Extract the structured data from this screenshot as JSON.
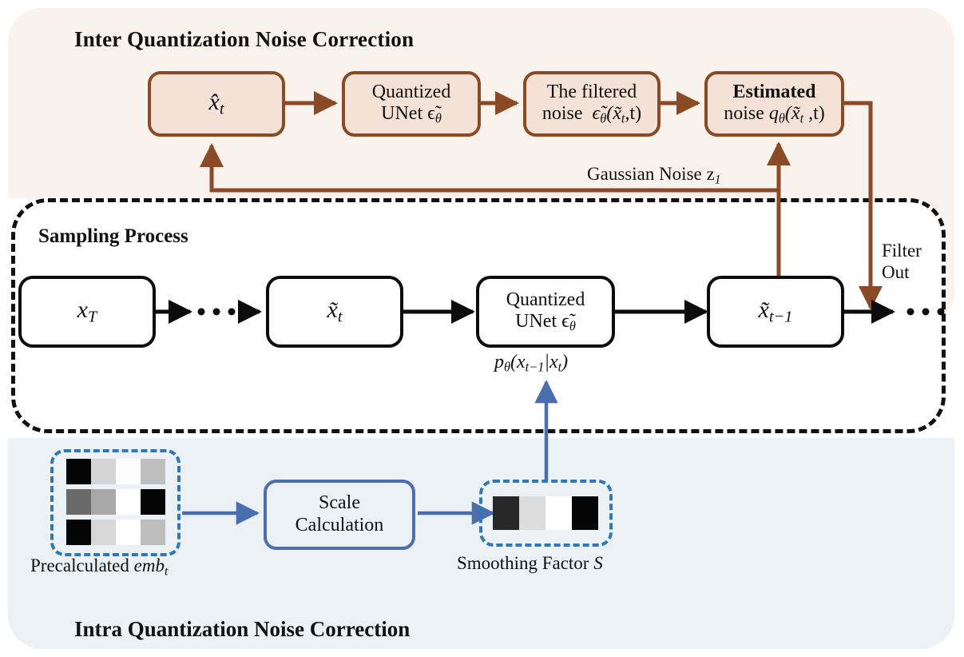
{
  "figure": {
    "sections": {
      "inter": {
        "title": "Inter Quantization Noise Correction",
        "accent": "#8a4a26",
        "panel_bg": "#faf2ed"
      },
      "sampling": {
        "title": "Sampling Process",
        "accent": "#0c0c0c",
        "panel_bg": "#ffffff"
      },
      "intra": {
        "title": "Intra Quantization Noise Correction",
        "accent": "#4b6fae",
        "panel_bg": "#ebf1f5"
      }
    },
    "inter_nodes": [
      {
        "id": "x-hat-t",
        "line1": "x̂",
        "sub1": "t",
        "line2": ""
      },
      {
        "id": "quantized-unet-top",
        "line1": "Quantized",
        "line2": "UNet ϵ̃",
        "sub2": "θ"
      },
      {
        "id": "filtered-noise",
        "line1": "The filtered",
        "line2": "noise  ϵ̃",
        "sub2": "θ",
        "tail2": "(x̃",
        "sub3": "t",
        "tail3": ",t)"
      },
      {
        "id": "estimated-noise",
        "line1": "Estimated",
        "line2": "noise  q",
        "sub2": "θ",
        "tail2": "(x̃",
        "sub3": "t",
        "tail3": " ,t)"
      }
    ],
    "sampling_nodes": [
      {
        "id": "x-T",
        "label": "x",
        "sub": "T"
      },
      {
        "id": "x-tilde-t",
        "label": "x̃",
        "sub": "t"
      },
      {
        "id": "quantized-unet-sampling",
        "line1": "Quantized",
        "line2": "UNet ϵ̃",
        "sub2": "θ"
      },
      {
        "id": "x-tilde-t-minus-1",
        "label": "x̃",
        "sub": "t−1"
      }
    ],
    "labels": {
      "gaussian_noise": "Gaussian Noise z",
      "gaussian_noise_sub": "1",
      "filter_out_line1": "Filter",
      "filter_out_line2": "Out",
      "p_theta": "p",
      "p_theta_sub": "θ",
      "p_theta_tail": "(x",
      "p_theta_sub2": "t−1",
      "p_theta_mid": "|x",
      "p_theta_sub3": "t",
      "p_theta_end": ")",
      "precalculated": "Precalculated ",
      "precalculated_em": "emb",
      "precalculated_sub": "t",
      "smoothing": "Smoothing Factor ",
      "smoothing_em": "S",
      "scale_calculation_l1": "Scale",
      "scale_calculation_l2": "Calculation",
      "ellipsis": "· · ·"
    },
    "emb_grid": {
      "rows": [
        [
          "#050505",
          "#d4d4d4",
          "#fdfdfd",
          "#bfbfbf"
        ],
        [
          "#6a6a6a",
          "#a8a8a8",
          "#ffffff",
          "#050505"
        ],
        [
          "#050505",
          "#d8d8d8",
          "#ffffff",
          "#bdbdbd"
        ]
      ]
    },
    "smoothing_factor_cells": [
      "#282828",
      "#dcdcdc",
      "#ffffff",
      "#050505"
    ],
    "colors": {
      "brown": "#8a4a26",
      "brown_fill": "#f4e2d6",
      "blue": "#4b6fae",
      "blue_dash": "#2e79b5",
      "black": "#0c0c0c",
      "pink_panel": "#faf2ed",
      "blue_panel": "#ebf1f5"
    }
  }
}
